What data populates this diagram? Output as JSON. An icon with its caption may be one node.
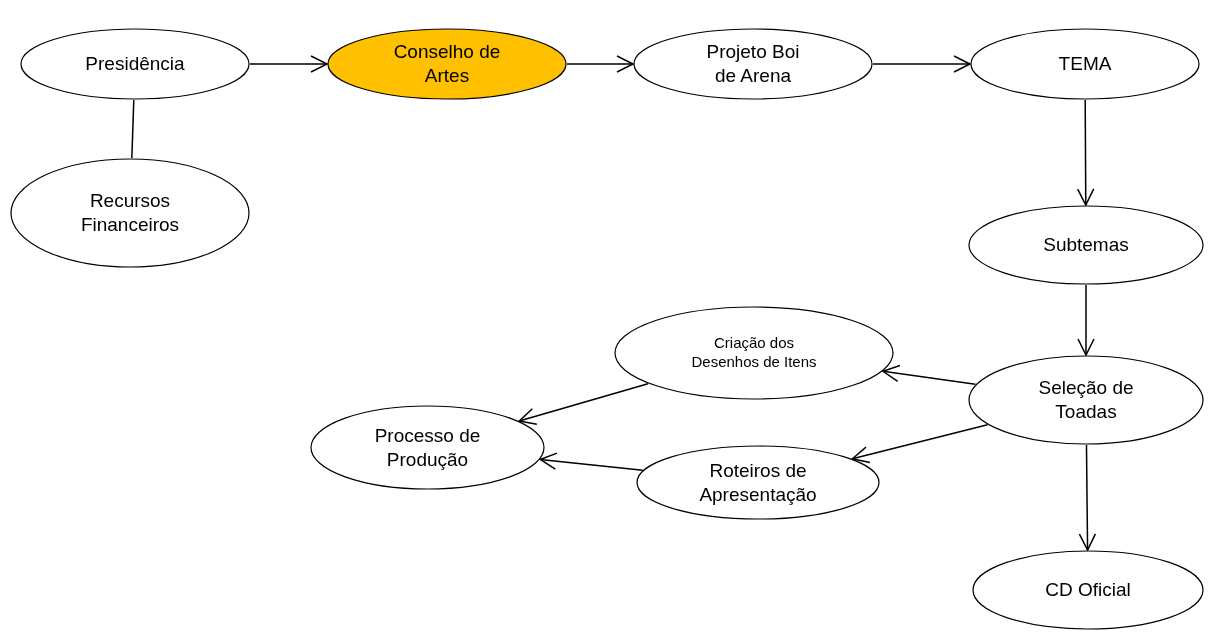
{
  "diagram": {
    "nodes": [
      {
        "text": [
          "Presidência"
        ]
      },
      {
        "text": [
          "Conselho de Artes"
        ]
      },
      {
        "text": [
          "Projeto Boi de Arena"
        ]
      },
      {
        "text": [
          "TEMA"
        ]
      },
      {
        "text": [
          "Recursos Financeiros"
        ]
      },
      {
        "text": [
          "Subtemas"
        ]
      },
      {
        "text": [
          "Criação dos Desenhos de Itens"
        ]
      },
      {
        "text": [
          "Seleção de Toadas"
        ]
      },
      {
        "text": [
          "Processo de Produção"
        ]
      },
      {
        "text": [
          "Roteiros de Apresentação"
        ]
      },
      {
        "text": [
          "CD Oficial"
        ]
      }
    ],
    "edges": [
      {
        "from": 0,
        "to": 1,
        "arrow": "to"
      },
      {
        "from": 1,
        "to": 2,
        "arrow": "to"
      },
      {
        "from": 2,
        "to": 3,
        "arrow": "to"
      },
      {
        "from": 0,
        "to": 4,
        "arrow": "none"
      },
      {
        "from": 3,
        "to": 5,
        "arrow": "to"
      },
      {
        "from": 5,
        "to": 7,
        "arrow": "to"
      },
      {
        "from": 7,
        "to": 6,
        "arrow": "to"
      },
      {
        "from": 7,
        "to": 9,
        "arrow": "to"
      },
      {
        "from": 7,
        "to": 10,
        "arrow": "to"
      },
      {
        "from": 6,
        "to": 8,
        "arrow": "to"
      },
      {
        "from": 9,
        "to": 8,
        "arrow": "to"
      }
    ]
  }
}
